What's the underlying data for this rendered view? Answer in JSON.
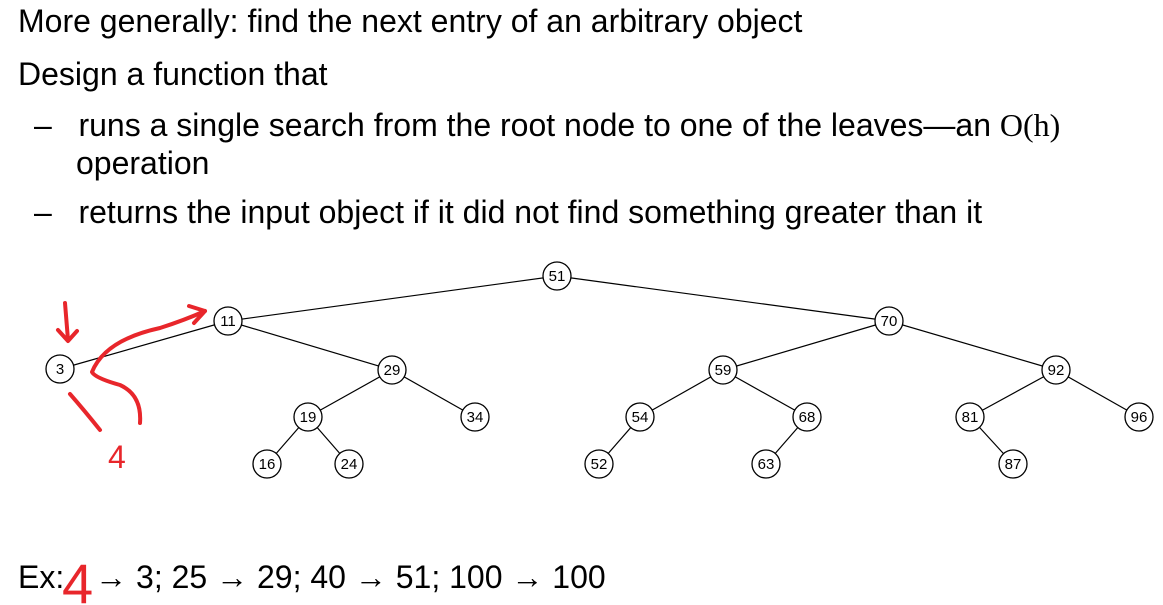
{
  "heading": "More generally:  find the next entry of an arbitrary object",
  "subheading": "Design a function that",
  "bullets": [
    {
      "dash": "–",
      "text_a": "runs a single search from the root node to one of the leaves—an ",
      "math": "O(h)",
      "text_b": "operation"
    },
    {
      "dash": "–",
      "text": "returns the input object if it did not find something greater than it"
    }
  ],
  "tree": {
    "nodes": [
      "51",
      "11",
      "70",
      "3",
      "29",
      "59",
      "92",
      "19",
      "34",
      "54",
      "68",
      "81",
      "96",
      "16",
      "24",
      "52",
      "63",
      "87"
    ]
  },
  "annotations": {
    "handwritten_label": "4",
    "handwritten_example_digit": "4",
    "ink_color": "#e8262b"
  },
  "example_line": {
    "prefix": "Ex:",
    "text": " → 3; 25 → 29; 40 → 51; 100 → 100",
    "struck_value": "4"
  }
}
